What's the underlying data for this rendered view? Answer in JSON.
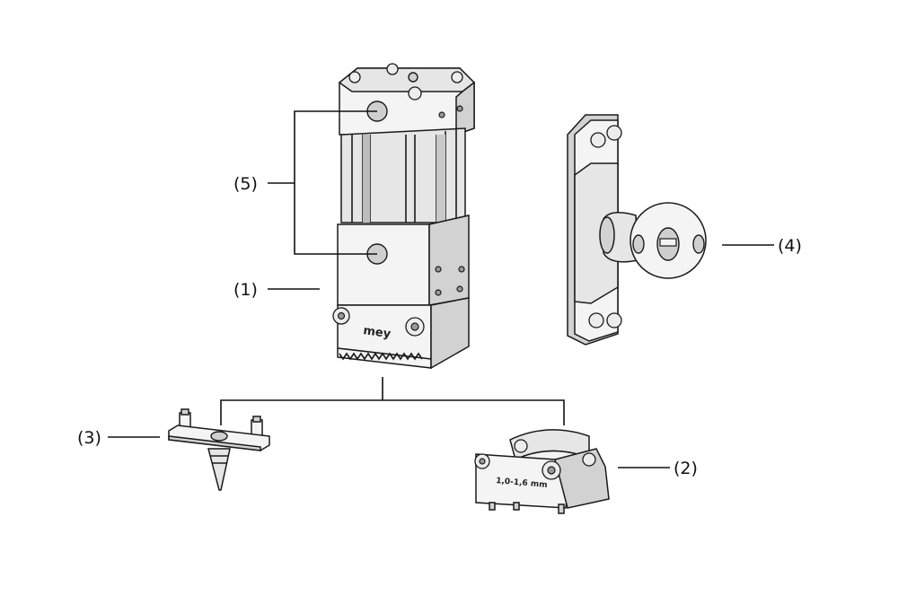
{
  "callouts": {
    "c1": "(1)",
    "c2": "(2)",
    "c3": "(3)",
    "c4": "(4)",
    "c5": "(5)"
  },
  "engravings": {
    "brand": "mey",
    "size_range": "1,0-1,6 mm"
  },
  "colors": {
    "ink": "#1a1a1a",
    "face_light": "#f4f4f4",
    "face_mid": "#e6e6e6",
    "face_dark": "#d2d2d2"
  }
}
